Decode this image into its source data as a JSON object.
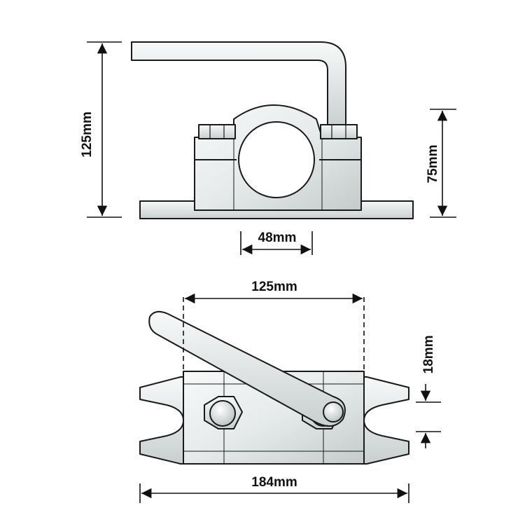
{
  "colors": {
    "background": "#ffffff",
    "line": "#1a1a1a",
    "metal_light": "#f4f6f6",
    "metal_mid": "#dde2e2",
    "metal_dark": "#b9c0c0"
  },
  "side_view": {
    "height_total_label": "125mm",
    "height_clamp_label": "75mm",
    "bore_width_label": "48mm"
  },
  "top_view": {
    "hole_spacing_label": "125mm",
    "slot_width_label": "18mm",
    "overall_length_label": "184mm"
  },
  "icons": [
    "arrowhead-icon",
    "bolt-icon",
    "nut-icon"
  ]
}
